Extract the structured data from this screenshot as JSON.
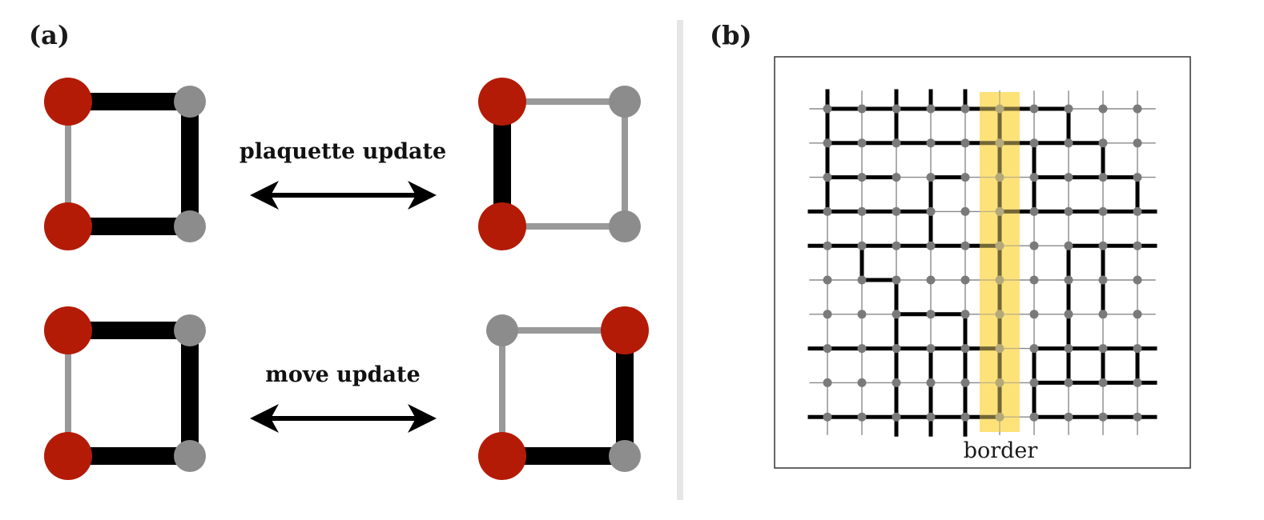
{
  "panel_a": {
    "label": "(a)",
    "plaquette_caption": "plaquette update",
    "move_caption": "move update"
  },
  "panel_b": {
    "label": "(b)",
    "border_label": "border"
  },
  "colors": {
    "red_site": "#b31b06",
    "gray_site": "#8c8c8c",
    "gray_bond": "#999999",
    "black_bond": "#000000",
    "divider": "#e6e6e6",
    "border_highlight": "#fde27a",
    "grid_line": "#8a8a8a",
    "frame": "#333333"
  },
  "lattice": {
    "rows": 10,
    "cols": 10,
    "border_column": 5,
    "horizontal_bonds": [
      [
        [
          0,
          1
        ],
        [
          1,
          2
        ],
        [
          2,
          3
        ],
        [
          3,
          4
        ],
        [
          4,
          5
        ],
        [
          5,
          6
        ],
        [
          6,
          7
        ]
      ],
      [
        [
          0,
          1
        ],
        [
          1,
          2
        ],
        [
          2,
          3
        ],
        [
          3,
          4
        ],
        [
          4,
          5
        ],
        [
          5,
          6
        ],
        [
          6,
          7
        ],
        [
          7,
          8
        ]
      ],
      [
        [
          0,
          1
        ],
        [
          1,
          2
        ],
        [
          3,
          4
        ],
        [
          6,
          7
        ],
        [
          7,
          8
        ],
        [
          8,
          9
        ]
      ],
      [
        [
          -1,
          0
        ],
        [
          0,
          1
        ],
        [
          1,
          2
        ],
        [
          2,
          3
        ],
        [
          5,
          6
        ],
        [
          6,
          7
        ],
        [
          7,
          8
        ],
        [
          8,
          9
        ],
        [
          9,
          10
        ]
      ],
      [
        [
          -1,
          0
        ],
        [
          0,
          1
        ],
        [
          1,
          2
        ],
        [
          2,
          3
        ],
        [
          3,
          4
        ],
        [
          4,
          5
        ],
        [
          7,
          8
        ],
        [
          8,
          9
        ],
        [
          9,
          10
        ]
      ],
      [
        [
          1,
          2
        ]
      ],
      [
        [
          2,
          3
        ],
        [
          3,
          4
        ]
      ],
      [
        [
          -1,
          0
        ],
        [
          0,
          1
        ],
        [
          1,
          2
        ],
        [
          2,
          3
        ],
        [
          3,
          4
        ],
        [
          4,
          5
        ],
        [
          6,
          7
        ],
        [
          7,
          8
        ],
        [
          8,
          9
        ],
        [
          9,
          10
        ]
      ],
      [
        [
          6,
          7
        ],
        [
          7,
          8
        ],
        [
          8,
          9
        ],
        [
          9,
          10
        ]
      ],
      [
        [
          -1,
          0
        ],
        [
          0,
          1
        ],
        [
          1,
          2
        ],
        [
          2,
          3
        ],
        [
          3,
          4
        ],
        [
          4,
          5
        ],
        [
          6,
          7
        ],
        [
          7,
          8
        ],
        [
          8,
          9
        ],
        [
          9,
          10
        ]
      ]
    ],
    "vertical_bonds": [
      [
        [
          -1,
          0
        ],
        [
          0,
          1
        ],
        [
          1,
          2
        ],
        [
          2,
          3
        ]
      ],
      [
        [
          4,
          5
        ]
      ],
      [
        [
          -1,
          0
        ],
        [
          0,
          1
        ],
        [
          5,
          6
        ],
        [
          6,
          7
        ],
        [
          7,
          8
        ],
        [
          8,
          9
        ],
        [
          9,
          10
        ]
      ],
      [
        [
          -1,
          0
        ],
        [
          2,
          3
        ],
        [
          3,
          4
        ],
        [
          7,
          8
        ],
        [
          8,
          9
        ],
        [
          9,
          10
        ]
      ],
      [
        [
          -1,
          0
        ],
        [
          6,
          7
        ],
        [
          7,
          8
        ],
        [
          8,
          9
        ],
        [
          9,
          10
        ]
      ],
      [
        [
          0,
          1
        ],
        [
          1,
          2
        ],
        [
          2,
          3
        ],
        [
          3,
          4
        ],
        [
          4,
          5
        ],
        [
          5,
          6
        ],
        [
          6,
          7
        ],
        [
          7,
          8
        ],
        [
          8,
          9
        ]
      ],
      [
        [
          1,
          2
        ],
        [
          2,
          3
        ],
        [
          7,
          8
        ],
        [
          8,
          9
        ]
      ],
      [
        [
          0,
          1
        ],
        [
          4,
          5
        ],
        [
          5,
          6
        ],
        [
          6,
          7
        ],
        [
          7,
          8
        ]
      ],
      [
        [
          1,
          2
        ],
        [
          4,
          5
        ],
        [
          5,
          6
        ],
        [
          7,
          8
        ]
      ],
      [
        [
          2,
          3
        ],
        [
          7,
          8
        ]
      ]
    ]
  }
}
